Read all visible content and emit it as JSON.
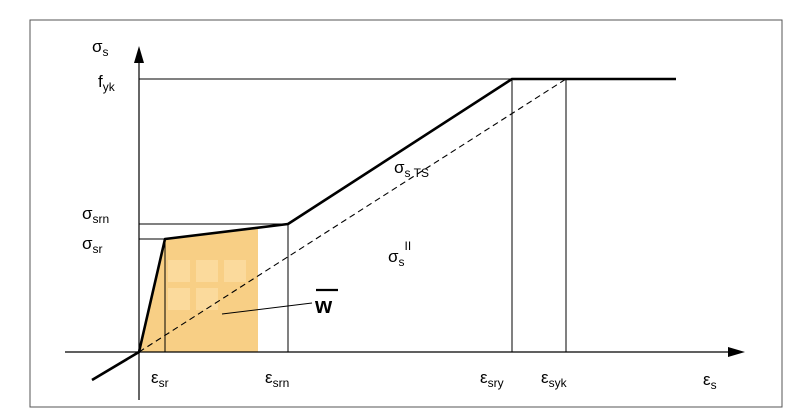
{
  "axes": {
    "y_symbol": "σ",
    "y_sub": "s",
    "x_symbol": "ε",
    "x_sub": "s"
  },
  "y_labels": {
    "fyk": {
      "main": "f",
      "sub": "yk"
    },
    "srn": {
      "main": "σ",
      "sub": "srn"
    },
    "sr": {
      "main": "σ",
      "sub": "sr"
    }
  },
  "x_labels": {
    "sr": {
      "main": "ε",
      "sub": "sr"
    },
    "srn": {
      "main": "ε",
      "sub": "srn"
    },
    "sry": {
      "main": "ε",
      "sub": "sry"
    },
    "syk": {
      "main": "ε",
      "sub": "syk"
    }
  },
  "curve_labels": {
    "ts": {
      "main": "σ",
      "sub": "s TS"
    },
    "naked": {
      "main": "σ",
      "sub": "s",
      "sup": "II"
    }
  },
  "area_label": "w",
  "colors": {
    "area_fill": "#f8cf85",
    "area_fill_light": "#fbe0a6",
    "line": "#000000",
    "frame": "#555555"
  }
}
